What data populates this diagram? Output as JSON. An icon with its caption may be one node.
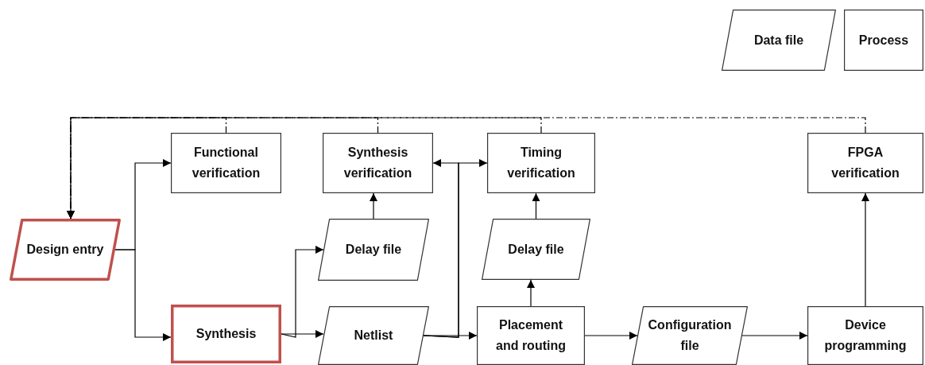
{
  "diagram": {
    "nodes": [
      {
        "text": [
          "Data file"
        ]
      },
      {
        "text": [
          "Process"
        ]
      },
      {
        "text": [
          "Functional verification"
        ]
      },
      {
        "text": [
          "Synthesis verification"
        ]
      },
      {
        "text": [
          "Timing verification"
        ]
      },
      {
        "text": [
          "FPGA verification"
        ]
      },
      {
        "text": [
          "Design entry"
        ]
      },
      {
        "text": [
          "Delay file"
        ]
      },
      {
        "text": [
          "Delay file"
        ]
      },
      {
        "text": [
          "Synthesis"
        ]
      },
      {
        "text": [
          "Netlist"
        ]
      },
      {
        "text": [
          "Placement and routing"
        ]
      },
      {
        "text": [
          "Configuration file"
        ]
      },
      {
        "text": [
          "Device programming"
        ]
      }
    ],
    "edges": [
      {
        "from": 6,
        "to": 2,
        "arrow": "to"
      },
      {
        "from": 6,
        "to": 9,
        "arrow": "to"
      },
      {
        "from": 9,
        "to": 7,
        "arrow": "to"
      },
      {
        "from": 9,
        "to": 10,
        "arrow": "to"
      },
      {
        "from": 7,
        "to": 3,
        "arrow": "to"
      },
      {
        "from": 10,
        "to": 3,
        "arrow": "to"
      },
      {
        "from": 10,
        "to": 4,
        "arrow": "to"
      },
      {
        "from": 10,
        "to": 11,
        "arrow": "to"
      },
      {
        "from": 11,
        "to": 8,
        "arrow": "to"
      },
      {
        "from": 8,
        "to": 4,
        "arrow": "to"
      },
      {
        "from": 11,
        "to": 12,
        "arrow": "to"
      },
      {
        "from": 12,
        "to": 13,
        "arrow": "to"
      },
      {
        "from": 13,
        "to": 5,
        "arrow": "to"
      },
      {
        "from": 2,
        "to": 6,
        "arrow": "to",
        "style": "dashed"
      },
      {
        "from": 3,
        "to": 6,
        "arrow": "to",
        "style": "dashed"
      },
      {
        "from": 4,
        "to": 6,
        "arrow": "to",
        "style": "dashed"
      },
      {
        "from": 5,
        "to": 6,
        "arrow": "to",
        "style": "dashed"
      }
    ]
  }
}
